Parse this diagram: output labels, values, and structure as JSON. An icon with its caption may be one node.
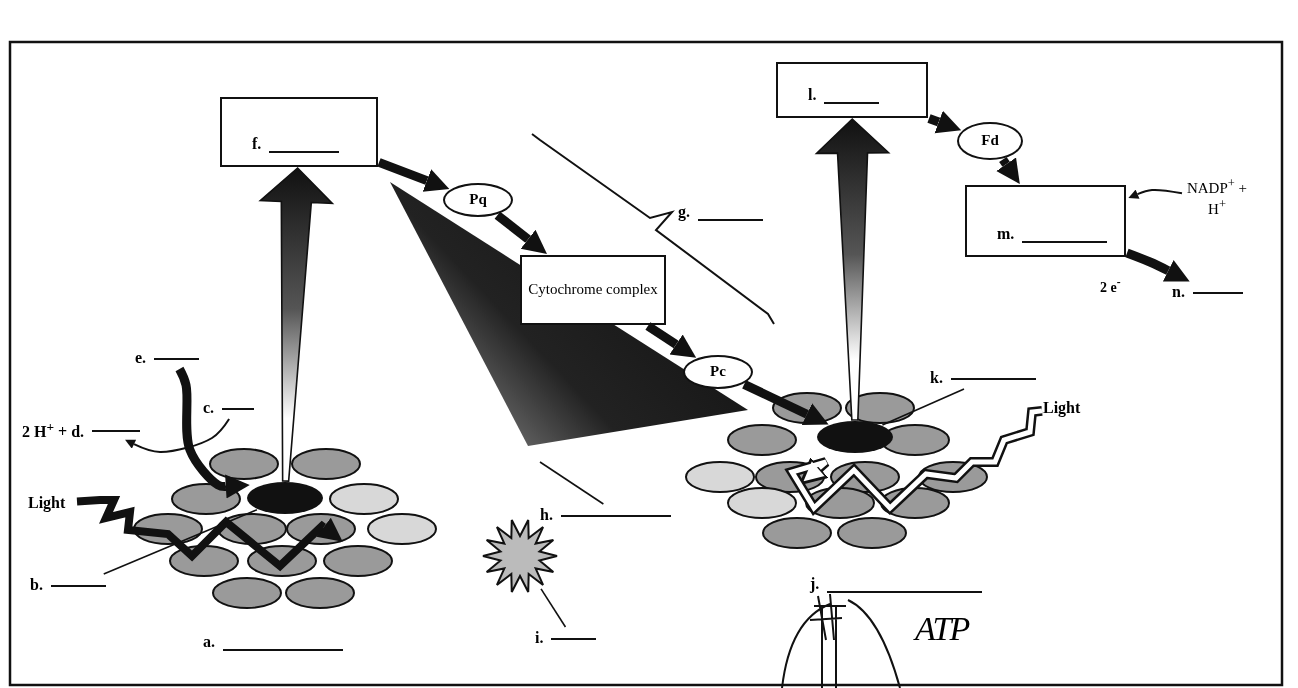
{
  "diagram": {
    "nodes": [
      {
        "text": [
          "f."
        ]
      },
      {
        "text": [
          "Pq"
        ]
      },
      {
        "text": [
          "Cytochrome complex"
        ]
      },
      {
        "text": [
          "Pc"
        ]
      },
      {
        "text": [
          "l."
        ]
      },
      {
        "text": [
          "Fd"
        ]
      },
      {
        "text": [
          "m."
        ]
      },
      {
        "text": [],
        "shape": "ellipse"
      },
      {
        "text": [],
        "shape": "ellipse"
      },
      {
        "text": [
          "NADP$^{+}$ + H$^{+}$"
        ]
      },
      {
        "text": [
          "n."
        ]
      },
      {
        "text": [
          "e."
        ]
      },
      {
        "text": [
          "c."
        ]
      },
      {
        "text": [
          "2 H$^{+}$ + d."
        ]
      },
      {
        "text": [
          "Light"
        ]
      },
      {
        "text": [
          "Light"
        ]
      },
      {
        "text": [
          "b."
        ]
      },
      {
        "text": [
          "h."
        ]
      },
      {
        "text": [
          "k."
        ]
      },
      {
        "text": [
          "i."
        ]
      },
      {
        "text": [],
        "shape": "star"
      }
    ],
    "edges": [
      {
        "from": 7,
        "to": 0,
        "arrow": "to"
      },
      {
        "from": 8,
        "to": 4,
        "arrow": "to"
      },
      {
        "from": 0,
        "to": 1,
        "arrow": "to"
      },
      {
        "from": 1,
        "to": 2,
        "arrow": "to"
      },
      {
        "from": 2,
        "to": 3,
        "arrow": "to"
      },
      {
        "from": 3,
        "to": 8,
        "arrow": "to"
      },
      {
        "from": 4,
        "to": 5,
        "arrow": "to"
      },
      {
        "from": 5,
        "to": 6,
        "arrow": "to"
      },
      {
        "from": 6,
        "to": 10,
        "arrow": "to",
        "label": "2 e$^{-}$"
      },
      {
        "from": 9,
        "to": 6,
        "arrow": "to"
      },
      {
        "from": 11,
        "to": 7,
        "arrow": "to"
      },
      {
        "from": 12,
        "to": 13,
        "arrow": "to"
      },
      {
        "from": 14,
        "to": 7,
        "arrow": "to"
      },
      {
        "from": 15,
        "to": 8,
        "arrow": "to"
      },
      {
        "from": 16,
        "to": 7,
        "arrow": "none"
      },
      {
        "from": 17,
        "to": null,
        "arrow": "none"
      },
      {
        "from": 18,
        "to": 8,
        "arrow": "none"
      },
      {
        "from": 19,
        "to": 20,
        "arrow": "none"
      }
    ],
    "labels": [
      "g.",
      "j.",
      "ATP",
      "a."
    ]
  }
}
